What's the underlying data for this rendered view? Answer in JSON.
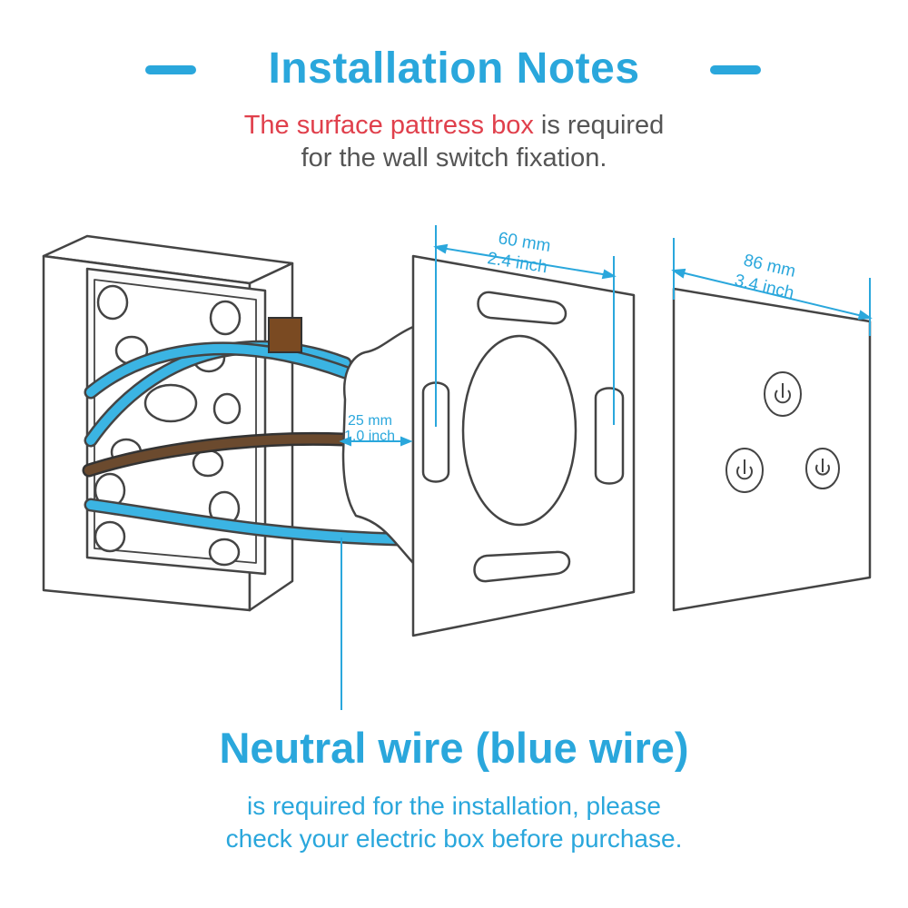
{
  "header": {
    "title": "Installation Notes",
    "subtitle_highlight": "The surface pattress box",
    "subtitle_rest": " is required",
    "subtitle_line2": "for the wall switch fixation."
  },
  "dimensions": {
    "mount_width_mm": "60 mm",
    "mount_width_inch": "2.4 inch",
    "panel_width_mm": "86 mm",
    "panel_width_inch": "3.4 inch",
    "depth_mm": "25 mm",
    "depth_inch": "1.0 inch"
  },
  "footer": {
    "neutral_title": "Neutral wire (blue wire)",
    "note_line1": "is required for the installation, please",
    "note_line2": "check your electric box before purchase."
  },
  "colors": {
    "accent_blue": "#2aa7dc",
    "highlight_red": "#e0404c",
    "wire_brown": "#6b4a2e",
    "outline": "#444444"
  },
  "icons": [
    "power-icon",
    "power-icon",
    "power-icon"
  ]
}
